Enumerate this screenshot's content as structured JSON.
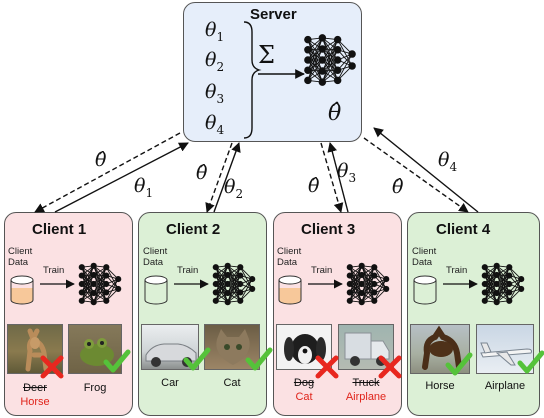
{
  "colors": {
    "server_bg": "#e6eefa",
    "client_red_bg": "#fbe1e3",
    "client_green_bg": "#dcf0d6",
    "check_green": "#55c23a",
    "cross_red": "#e8271f",
    "can_orange": "#f7c89a"
  },
  "server": {
    "title": "Server",
    "params": [
      "θ",
      "θ",
      "θ",
      "θ"
    ],
    "param_subs": [
      "1",
      "2",
      "3",
      "4"
    ],
    "sum_symbol": "Σ",
    "aggregate": "θ̂"
  },
  "links": [
    {
      "down": "θ̂",
      "up": "θ",
      "up_sub": "1"
    },
    {
      "down": "θ̂",
      "up": "θ",
      "up_sub": "2"
    },
    {
      "down": "θ̂",
      "up": "θ",
      "up_sub": "3"
    },
    {
      "down": "θ̂",
      "up": "θ",
      "up_sub": "4"
    }
  ],
  "clients": [
    {
      "title": "Client 1",
      "data_label": "Client\nData",
      "train_label": "Train",
      "data_icon": "orange-data-can-icon",
      "images": [
        {
          "subject": "deer-photo",
          "label": "Deer",
          "label_struck": true,
          "correction": "Horse",
          "verdict": "cross"
        },
        {
          "subject": "frog-photo",
          "label": "Frog",
          "label_struck": false,
          "correction": "",
          "verdict": "check"
        }
      ]
    },
    {
      "title": "Client 2",
      "data_label": "Client\nData",
      "train_label": "Train",
      "data_icon": "empty-data-can-icon",
      "images": [
        {
          "subject": "car-photo",
          "label": "Car",
          "label_struck": false,
          "correction": "",
          "verdict": "check"
        },
        {
          "subject": "cat-photo",
          "label": "Cat",
          "label_struck": false,
          "correction": "",
          "verdict": "check"
        }
      ]
    },
    {
      "title": "Client 3",
      "data_label": "Client\nData",
      "train_label": "Train",
      "data_icon": "orange-data-can-icon",
      "images": [
        {
          "subject": "dog-photo",
          "label": "Dog",
          "label_struck": true,
          "correction": "Cat",
          "verdict": "cross"
        },
        {
          "subject": "truck-photo",
          "label": "Truck",
          "label_struck": true,
          "correction": "Airplane",
          "verdict": "cross"
        }
      ]
    },
    {
      "title": "Client 4",
      "data_label": "Client\nData",
      "train_label": "Train",
      "data_icon": "empty-data-can-icon",
      "images": [
        {
          "subject": "horse-photo",
          "label": "Horse",
          "label_struck": false,
          "correction": "",
          "verdict": "check"
        },
        {
          "subject": "airplane-photo",
          "label": "Airplane",
          "label_struck": false,
          "correction": "",
          "verdict": "check"
        }
      ]
    }
  ]
}
